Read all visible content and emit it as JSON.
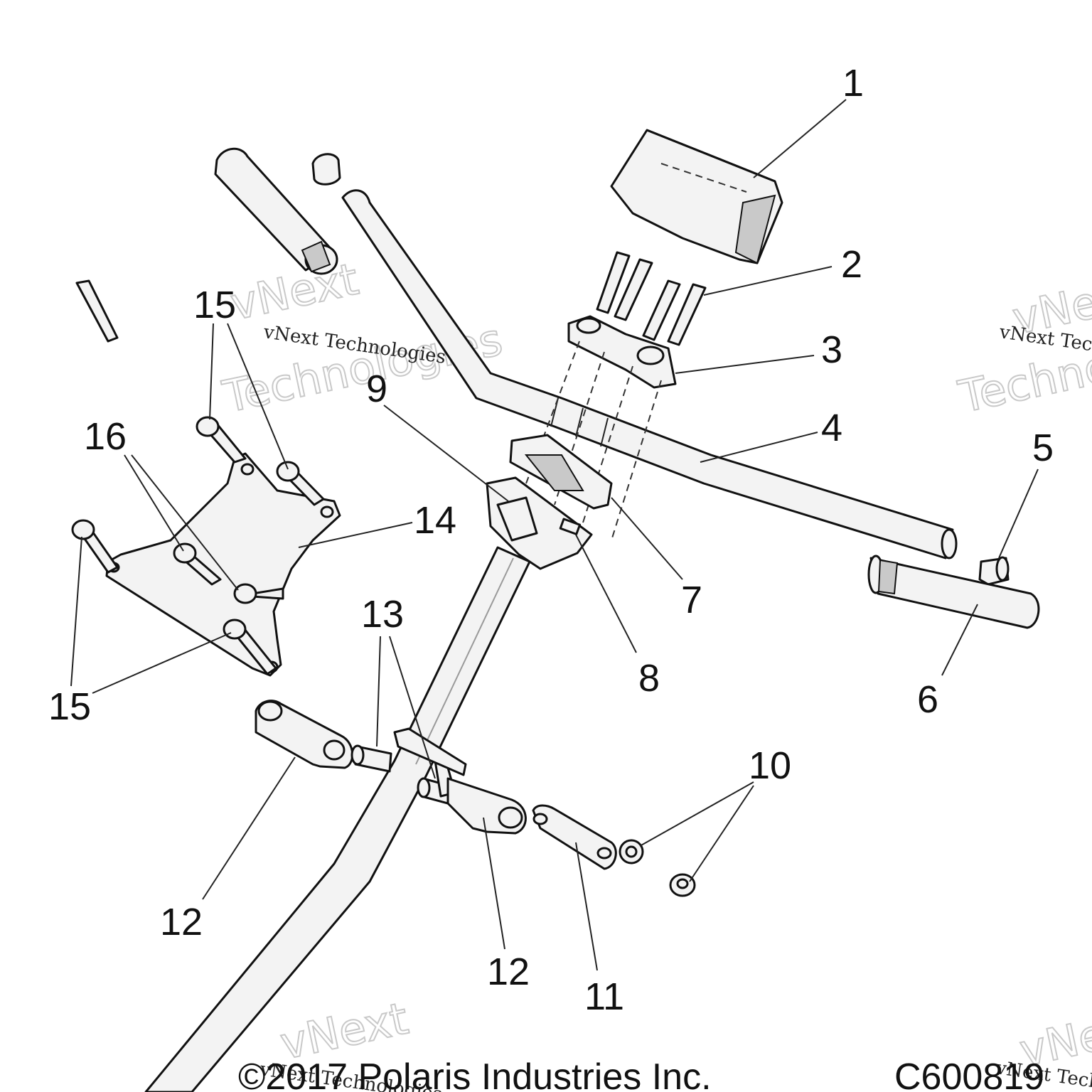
{
  "callouts": [
    "1",
    "2",
    "3",
    "4",
    "5",
    "6",
    "7",
    "8",
    "9",
    "10",
    "11",
    "12",
    "12",
    "13",
    "14",
    "15",
    "15",
    "16"
  ],
  "watermark": {
    "brand_small": "vNext Technologies",
    "brand_big_1": "vNext",
    "brand_big_2": "Technologies"
  },
  "footer": {
    "copyright": "©2017 Polaris Industries Inc.",
    "figure_code": "C600819"
  }
}
